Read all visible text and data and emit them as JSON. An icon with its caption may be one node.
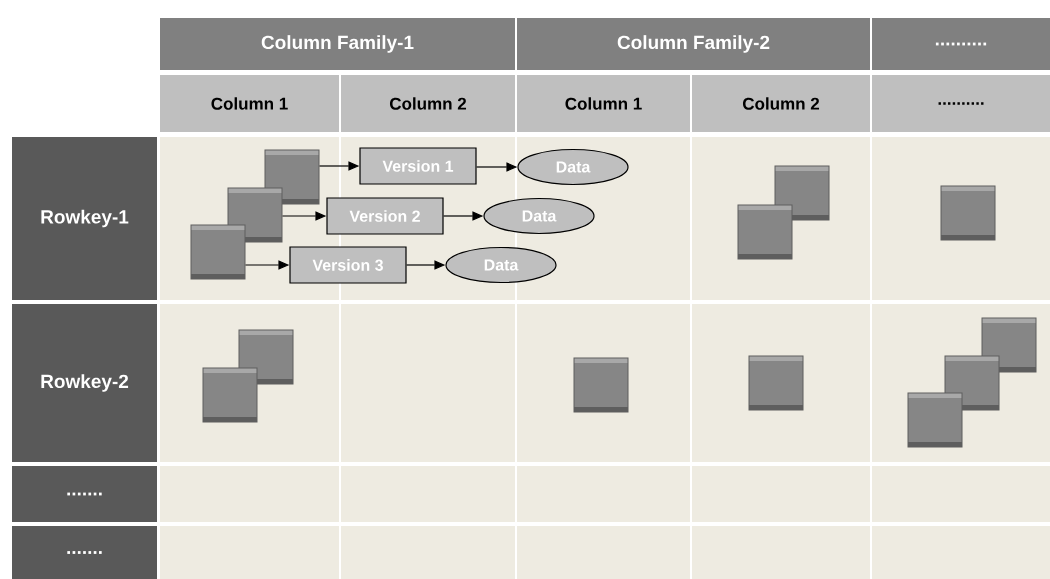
{
  "diagram": {
    "nodes": [
      {
        "text": [],
        "shape": "box"
      },
      {
        "text": [
          "Version 1"
        ]
      },
      {
        "text": [
          "Data"
        ]
      },
      {
        "text": [],
        "shape": "box"
      },
      {
        "text": [
          "Version 2"
        ]
      },
      {
        "text": [
          "Data"
        ]
      },
      {
        "text": [],
        "shape": "box"
      },
      {
        "text": [
          "Version 3"
        ]
      },
      {
        "text": [
          "Data"
        ]
      },
      {
        "text": [],
        "shape": "box"
      },
      {
        "text": [],
        "shape": "box"
      },
      {
        "text": [],
        "shape": "box"
      },
      {
        "text": [],
        "shape": "box"
      },
      {
        "text": [],
        "shape": "box"
      },
      {
        "text": [],
        "shape": "box"
      },
      {
        "text": [],
        "shape": "box"
      },
      {
        "text": [],
        "shape": "box"
      },
      {
        "text": [],
        "shape": "box"
      },
      {
        "text": [],
        "shape": "box"
      }
    ],
    "edges": [
      {
        "from": 0,
        "to": 1,
        "arrow": "to"
      },
      {
        "from": 1,
        "to": 2,
        "arrow": "to"
      },
      {
        "from": 3,
        "to": 4,
        "arrow": "to"
      },
      {
        "from": 4,
        "to": 5,
        "arrow": "to"
      },
      {
        "from": 6,
        "to": 7,
        "arrow": "to"
      },
      {
        "from": 7,
        "to": 8,
        "arrow": "to"
      }
    ],
    "labels": [
      "Column Family-1",
      "Column Family-2",
      "..........",
      "Column 1",
      "Column 2",
      "Column 1",
      "Column 2",
      "..........",
      "Rowkey-1",
      "Rowkey-2",
      ".......",
      "......."
    ]
  }
}
